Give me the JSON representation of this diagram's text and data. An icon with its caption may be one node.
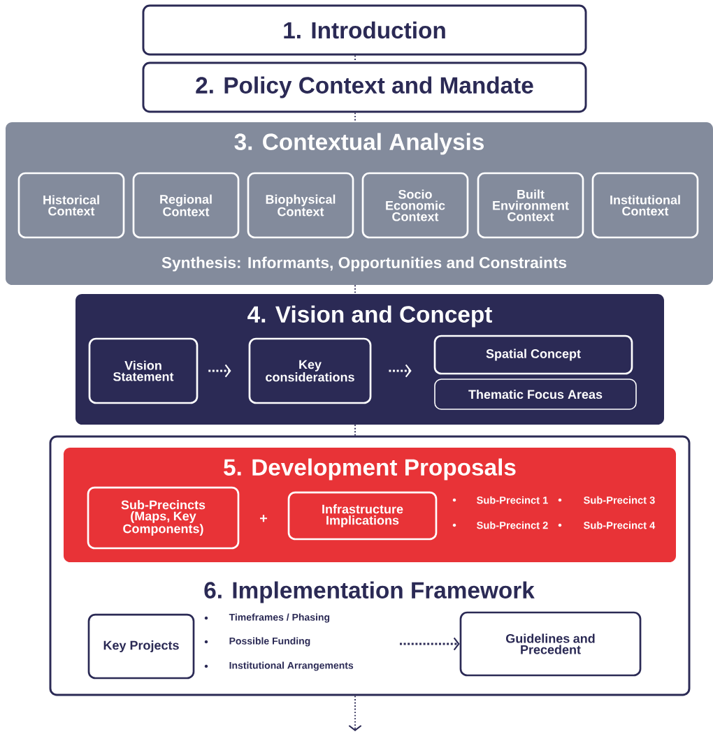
{
  "diagram": {
    "nodes": [
      {
        "text": [
          "1. Introduction"
        ]
      },
      {
        "text": [
          "2. Policy Context and Mandate"
        ]
      },
      {
        "text": [
          "3. Contextual Analysis",
          "Synthesis: Informants, Opportunities and Constraints"
        ]
      },
      {
        "text": [
          "Historical Context"
        ],
        "in": 2
      },
      {
        "text": [
          "Regional Context"
        ],
        "in": 2
      },
      {
        "text": [
          "Biophysical Context"
        ],
        "in": 2
      },
      {
        "text": [
          "Socio Economic Context"
        ],
        "in": 2
      },
      {
        "text": [
          "Built Environment Context"
        ],
        "in": 2
      },
      {
        "text": [
          "Institutional Context"
        ],
        "in": 2
      },
      {
        "text": [
          "4. Vision and Concept"
        ]
      },
      {
        "text": [
          "Vision Statement"
        ],
        "in": 9
      },
      {
        "text": [
          "Key considerations"
        ],
        "in": 9
      },
      {
        "text": [
          "Spatial Concept"
        ],
        "in": 9
      },
      {
        "text": [
          "Thematic Focus Areas"
        ],
        "in": 9
      },
      {
        "text": [
          "6. Implementation Framework"
        ]
      },
      {
        "text": [
          "5. Development Proposals"
        ],
        "in": 14
      },
      {
        "text": [
          "Sub-Precincts (Maps, Key Components)"
        ],
        "in": 15
      },
      {
        "text": [
          "Infrastructure Implications"
        ],
        "in": 15
      },
      {
        "text": [
          "Key Projects"
        ],
        "in": 14
      },
      {
        "text": [
          "Guidelines and Precedent"
        ],
        "in": 14
      }
    ],
    "edges": [
      {
        "from": 0,
        "to": 1,
        "arrow": "none"
      },
      {
        "from": 1,
        "to": 2,
        "arrow": "none"
      },
      {
        "from": 2,
        "to": 9,
        "arrow": "none"
      },
      {
        "from": 9,
        "to": 14,
        "arrow": "none"
      },
      {
        "from": 10,
        "to": 11,
        "arrow": "to",
        "color": "#ffffff"
      },
      {
        "from": 11,
        "to": 12,
        "arrow": "to",
        "color": "#ffffff"
      },
      {
        "from": null,
        "to": 19,
        "arrow": "to"
      },
      {
        "from": 14,
        "to": null,
        "arrow": "to"
      }
    ],
    "labels": [
      "+",
      "Sub-Precinct 1",
      "Sub-Precinct 3",
      "Sub-Precinct 2",
      "Sub-Precinct 4",
      "Timeframes / Phasing",
      "Possible Funding",
      "Institutional Arrangements"
    ]
  }
}
